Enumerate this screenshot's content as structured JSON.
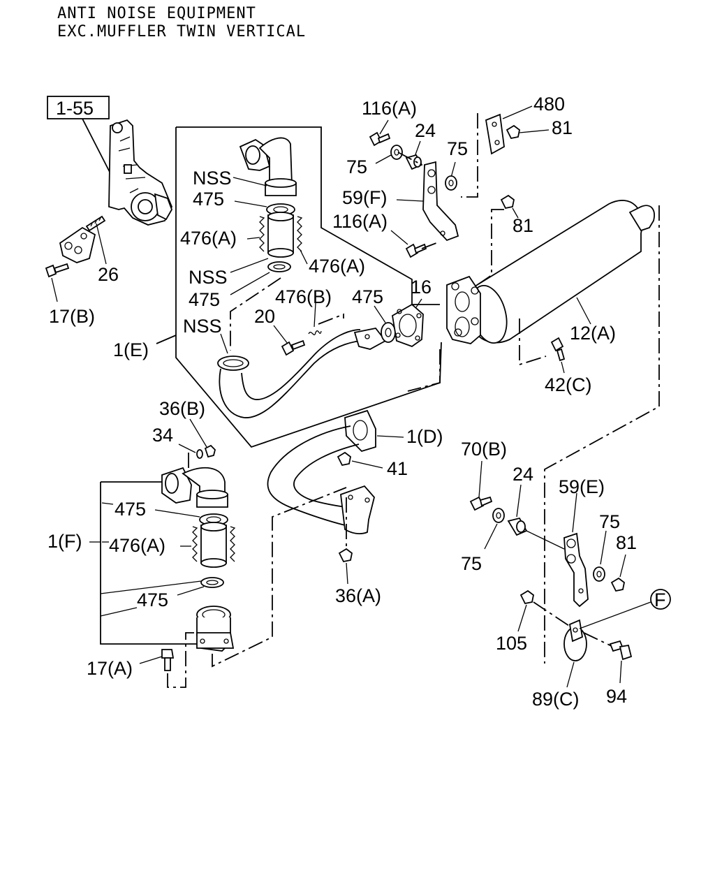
{
  "header": {
    "line1": "ANTI NOISE EQUIPMENT",
    "line2": "EXC.MUFFLER TWIN VERTICAL"
  },
  "ref_box": "1-55",
  "circle_ref": "F",
  "labels": {
    "p116a_top": "116(A)",
    "p480": "480",
    "p24_top": "24",
    "p81_top": "81",
    "p75_a": "75",
    "p75_b": "75",
    "p59f": "59(F)",
    "p116a_mid": "116(A)",
    "p81_mid": "81",
    "nss_1": "NSS",
    "p475_1": "475",
    "p476a_1": "476(A)",
    "p476a_2": "476(A)",
    "nss_2": "NSS",
    "p475_2": "475",
    "p26": "26",
    "p17b": "17(B)",
    "p476b": "476(B)",
    "p475_3": "475",
    "p16": "16",
    "p20": "20",
    "nss_3": "NSS",
    "p1e": "1(E)",
    "p12a": "12(A)",
    "p42c": "42(C)",
    "p36b": "36(B)",
    "p34": "34",
    "p1d": "1(D)",
    "p41": "41",
    "p475_4": "475",
    "p1f": "1(F)",
    "p476a_3": "476(A)",
    "p475_5": "475",
    "p36a": "36(A)",
    "p17a": "17(A)",
    "p70b": "70(B)",
    "p24_mid": "24",
    "p59e": "59(E)",
    "p75_c": "75",
    "p75_d": "75",
    "p81_bot": "81",
    "p105": "105",
    "p94": "94",
    "p89c": "89(C)"
  }
}
